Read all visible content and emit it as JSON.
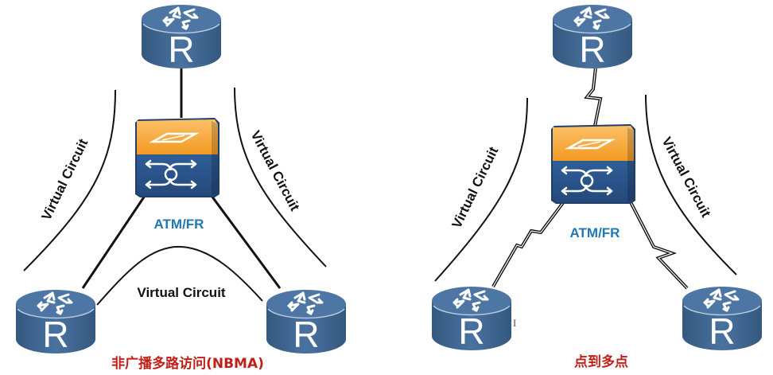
{
  "colors": {
    "router_body": "#3f6694",
    "router_top": "#4f78a6",
    "router_rim": "#9fb8d4",
    "switch_orange": "#f5a130",
    "switch_orange_light": "#fbc067",
    "switch_blue": "#2d5a93",
    "switch_side": "#1f3f6a",
    "atm_text": "#1f78b4",
    "caption_text": "#c0201a",
    "line": "#111111"
  },
  "left_diagram": {
    "name": "nbma",
    "switch_label": "ATM/FR",
    "virtual_circuit_labels": [
      "Virtual Circuit",
      "Virtual Circuit",
      "Virtual Circuit"
    ],
    "routers": [
      {
        "id": "top",
        "label": "R"
      },
      {
        "id": "bottom-left",
        "label": "R"
      },
      {
        "id": "bottom-right",
        "label": "R"
      }
    ],
    "link_style": "straight",
    "caption": "非广播多路访问(NBMA)"
  },
  "right_diagram": {
    "name": "point-to-multipoint",
    "switch_label": "ATM/FR",
    "virtual_circuit_labels": [
      "Virtual Circuit",
      "Virtual Circuit"
    ],
    "routers": [
      {
        "id": "top",
        "label": "R"
      },
      {
        "id": "bottom-left",
        "label": "R"
      },
      {
        "id": "bottom-right",
        "label": "R"
      }
    ],
    "link_style": "lightning",
    "caption": "点到多点"
  },
  "cursor": {
    "glyph": "I"
  }
}
